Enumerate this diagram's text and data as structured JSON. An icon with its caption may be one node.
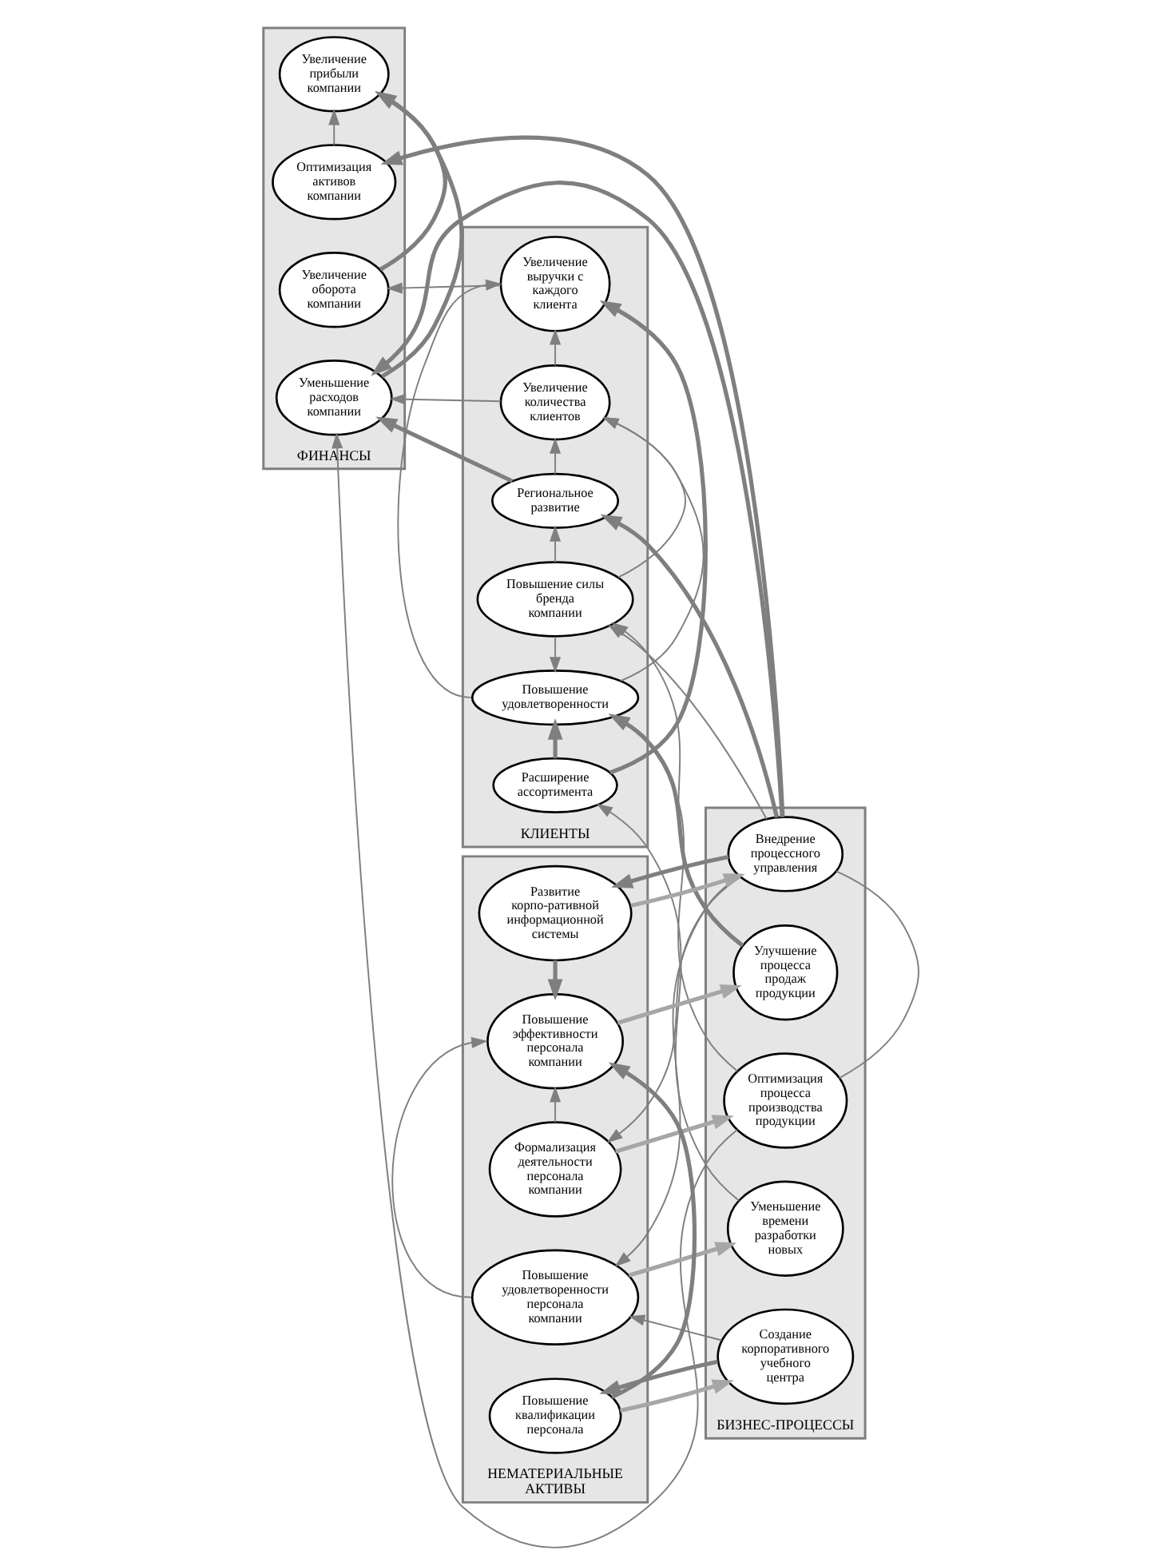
{
  "diagram": {
    "nodes": [
      {
        "text": [
          "ФИНАНСЫ"
        ]
      },
      {
        "text": [
          "КЛИЕНТЫ"
        ]
      },
      {
        "text": [
          "БИЗНЕС-ПРОЦЕССЫ"
        ]
      },
      {
        "text": [
          "НЕМАТЕРИАЛЬНЫЕ АКТИВЫ"
        ]
      },
      {
        "text": [
          "Оптимизация активов компании"
        ],
        "in": 0
      },
      {
        "text": [
          "Уменьшение расходов компании"
        ],
        "in": 0
      },
      {
        "text": [
          "Увеличение прибыли компании"
        ],
        "in": 0
      },
      {
        "text": [
          "Увеличение оборота компании"
        ],
        "in": 0
      },
      {
        "text": [
          "Повышение силы бренда компании"
        ],
        "in": 1
      },
      {
        "text": [
          "Региональное развитие"
        ],
        "in": 1
      },
      {
        "text": [
          "Увеличение количества клиентов"
        ],
        "in": 1
      },
      {
        "text": [
          "Повышение удовлетворенности"
        ],
        "in": 1
      },
      {
        "text": [
          "Увеличение выручки с каждого клиента"
        ],
        "in": 1
      },
      {
        "text": [
          "Расширение ассортимента"
        ],
        "in": 1
      },
      {
        "text": [
          "Внедрение процессного управления"
        ],
        "in": 2
      },
      {
        "text": [
          "Оптимизация процесса производства продукции"
        ],
        "in": 2
      },
      {
        "text": [
          "Улучшение процесса продаж продукции"
        ],
        "in": 2
      },
      {
        "text": [
          "Уменьшение времени разработки новых"
        ],
        "in": 2
      },
      {
        "text": [
          "Создание корпоративного учебного центра"
        ],
        "in": 2
      },
      {
        "text": [
          "Развитие корпо-ративной информационной системы"
        ],
        "in": 3
      },
      {
        "text": [
          "Формализация деятельности персонала компании"
        ],
        "in": 3
      },
      {
        "text": [
          "Повышение эффективности персонала компании"
        ],
        "in": 3
      },
      {
        "text": [
          "Повышение удовлетворенности персонала компании"
        ],
        "in": 3
      },
      {
        "text": [
          "Повышение квалификации персонала"
        ],
        "in": 3
      }
    ],
    "edges": [
      {
        "from": 14,
        "to": 4,
        "arrow": "to",
        "style": "thick"
      },
      {
        "from": 14,
        "to": 5,
        "arrow": "to",
        "style": "thick"
      },
      {
        "from": 14,
        "to": 9,
        "arrow": "to",
        "style": "thick"
      },
      {
        "from": 14,
        "to": 8,
        "arrow": "to"
      },
      {
        "from": 14,
        "to": 19,
        "arrow": "to",
        "style": "thick"
      },
      {
        "from": 14,
        "to": 20,
        "arrow": "to"
      },
      {
        "from": 14,
        "to": 22,
        "arrow": "to"
      },
      {
        "from": 14,
        "to": 15,
        "arrow": "none"
      },
      {
        "from": 15,
        "to": 5,
        "arrow": "to"
      },
      {
        "from": 15,
        "to": 11,
        "arrow": "to"
      },
      {
        "from": 16,
        "to": 8,
        "arrow": "to"
      },
      {
        "from": 16,
        "to": 11,
        "arrow": "to",
        "style": "thick"
      },
      {
        "from": 17,
        "to": 13,
        "arrow": "to"
      },
      {
        "from": 18,
        "to": 22,
        "arrow": "to"
      },
      {
        "from": 18,
        "to": 23,
        "arrow": "to",
        "style": "thick"
      },
      {
        "from": 8,
        "to": 9,
        "arrow": "to"
      },
      {
        "from": 8,
        "to": 11,
        "arrow": "to"
      },
      {
        "from": 8,
        "to": 10,
        "arrow": "to"
      },
      {
        "from": 9,
        "to": 5,
        "arrow": "to",
        "style": "thick"
      },
      {
        "from": 9,
        "to": 10,
        "arrow": "to"
      },
      {
        "from": 10,
        "to": 5,
        "arrow": "to"
      },
      {
        "from": 10,
        "to": 12,
        "arrow": "to"
      },
      {
        "from": 11,
        "to": 10,
        "arrow": "to"
      },
      {
        "from": 11,
        "to": 12,
        "arrow": "to"
      },
      {
        "from": 13,
        "to": 11,
        "arrow": "to",
        "style": "thick"
      },
      {
        "from": 13,
        "to": 12,
        "arrow": "to",
        "style": "thick"
      },
      {
        "from": 12,
        "to": 7,
        "arrow": "to"
      },
      {
        "from": 7,
        "to": 6,
        "arrow": "to",
        "style": "thick"
      },
      {
        "from": 5,
        "to": 6,
        "arrow": "to",
        "style": "thick"
      },
      {
        "from": 4,
        "to": 6,
        "arrow": "to"
      },
      {
        "from": 19,
        "to": 21,
        "arrow": "to",
        "style": "thick"
      },
      {
        "from": 20,
        "to": 21,
        "arrow": "to"
      },
      {
        "from": 22,
        "to": 21,
        "arrow": "to"
      },
      {
        "from": 23,
        "to": 21,
        "arrow": "to",
        "style": "thick"
      },
      {
        "from": 19,
        "to": 14,
        "arrow": "to",
        "style": "thick",
        "color": "#a6a6a6"
      },
      {
        "from": 20,
        "to": 15,
        "arrow": "to",
        "style": "thick",
        "color": "#a6a6a6"
      },
      {
        "from": 21,
        "to": 16,
        "arrow": "to",
        "style": "thick",
        "color": "#a6a6a6"
      },
      {
        "from": 22,
        "to": 17,
        "arrow": "to",
        "style": "thick",
        "color": "#a6a6a6"
      },
      {
        "from": 23,
        "to": 18,
        "arrow": "to",
        "style": "thick",
        "color": "#a6a6a6"
      }
    ]
  }
}
